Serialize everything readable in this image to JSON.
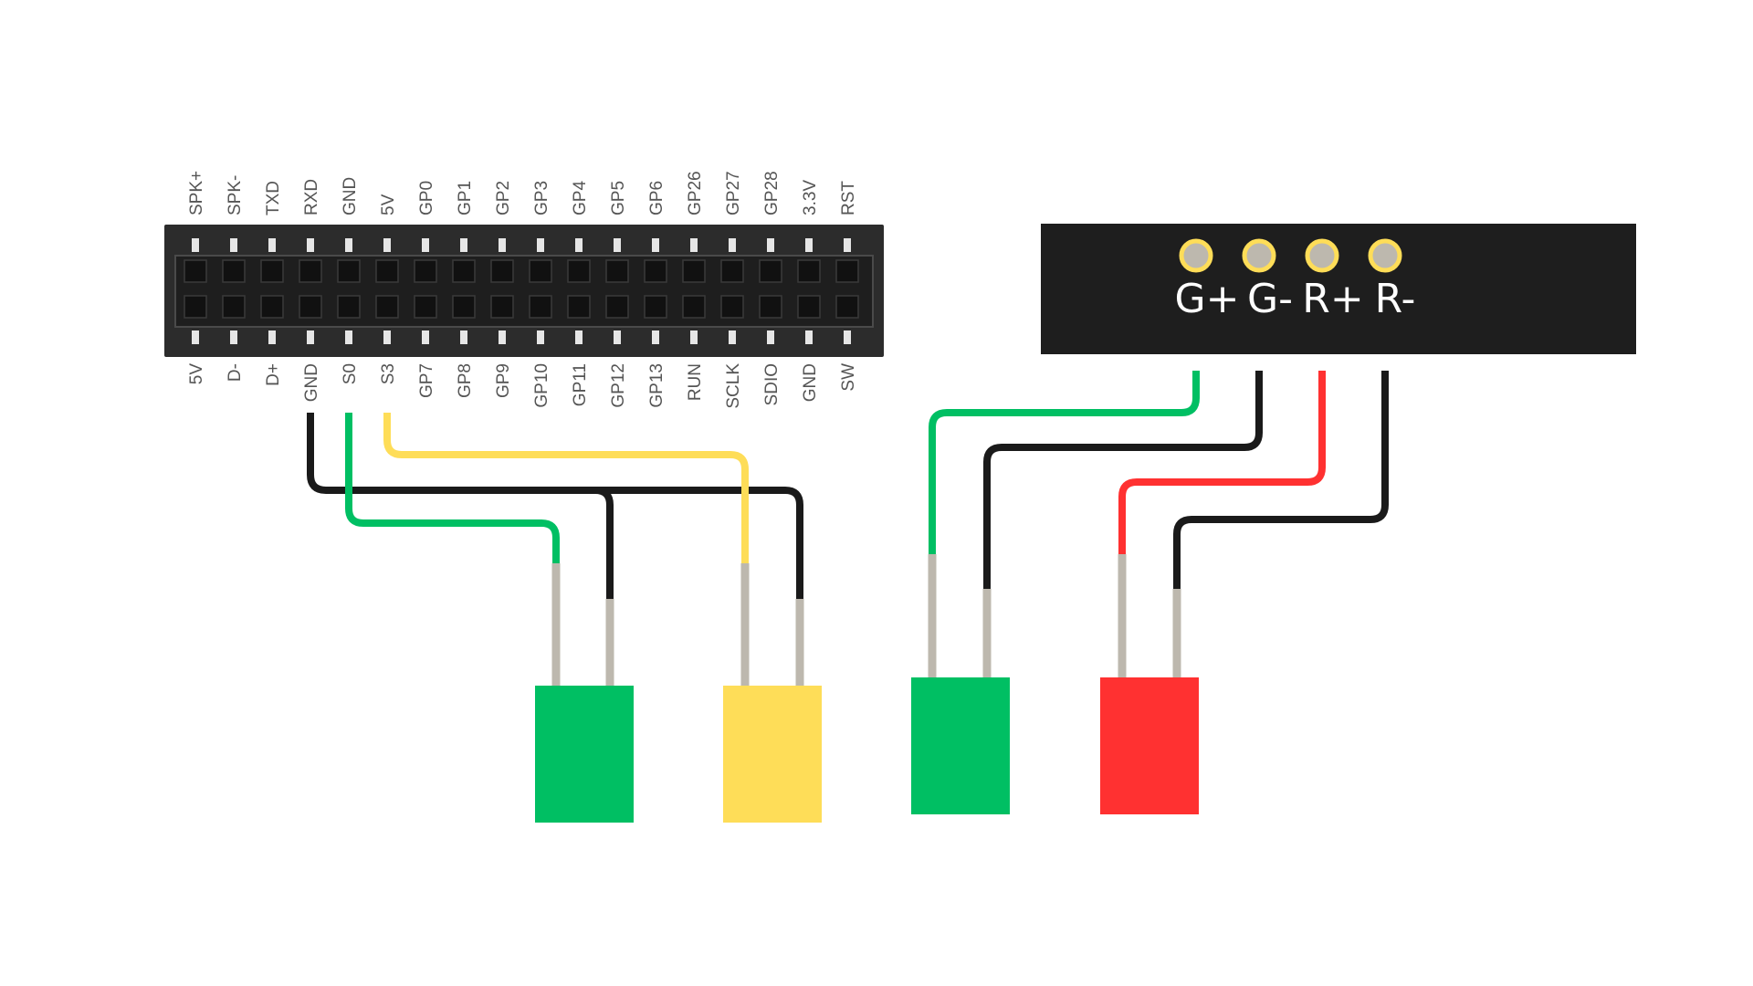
{
  "header": {
    "top_row_labels": [
      "SPK+",
      "SPK-",
      "TXD",
      "RXD",
      "GND",
      "5V",
      "GP0",
      "GP1",
      "GP2",
      "GP3",
      "GP4",
      "GP5",
      "GP6",
      "GP26",
      "GP27",
      "GP28",
      "3.3V",
      "RST"
    ],
    "bottom_row_labels": [
      "5V",
      "D-",
      "D+",
      "GND",
      "S0",
      "S3",
      "GP7",
      "GP8",
      "GP9",
      "GP10",
      "GP11",
      "GP12",
      "GP13",
      "RUN",
      "SCLK",
      "SDIO",
      "GND",
      "SW"
    ]
  },
  "connector": {
    "labels": [
      "G+",
      "G-",
      "R+",
      "R-"
    ]
  },
  "colors": {
    "green": "#00bf63",
    "yellow": "#fedd58",
    "red": "#ff3131",
    "black": "#1a1a1a",
    "lead": "#bdb8ae",
    "pad": "#fedd58"
  },
  "leds": [
    {
      "color": "green"
    },
    {
      "color": "yellow"
    },
    {
      "color": "green"
    },
    {
      "color": "red"
    }
  ]
}
